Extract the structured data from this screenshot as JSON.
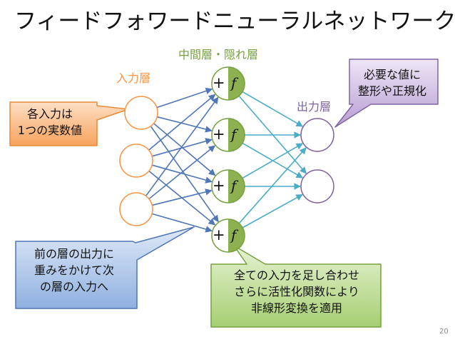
{
  "title": "フィードフォワードニューラルネットワーク",
  "layers": {
    "input_label": "入力層",
    "hidden_label": "中間層・隠れ層",
    "output_label": "出力層"
  },
  "hidden_unit": {
    "sum_symbol": "+",
    "activation_symbol": "f"
  },
  "callouts": {
    "input_note": [
      "各入力は",
      "1つの実数値"
    ],
    "output_note": [
      "必要な値に",
      "整形や正規化"
    ],
    "prev_note": [
      "前の層の出力に",
      "重みをかけて次",
      "の層の入力へ"
    ],
    "sum_note": [
      "全ての入力を足し合わせ",
      "さらに活性化関数により",
      "非線形変換を適用"
    ]
  },
  "page_number": "20",
  "colors": {
    "input": "#f79646",
    "hidden": "#77a040",
    "output": "#8064a2",
    "edge_in_to_hidden": "#4f76b5",
    "edge_hidden_to_out": "#4bacc6"
  }
}
